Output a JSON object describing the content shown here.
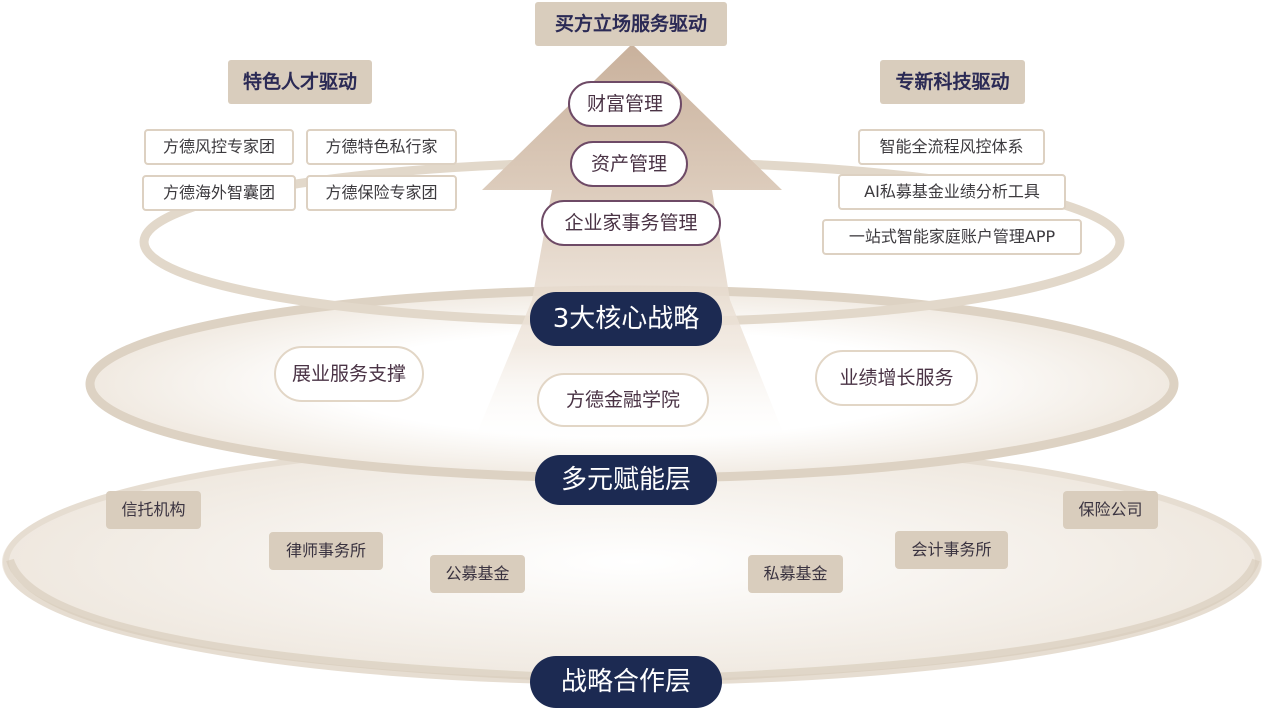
{
  "top_title": "买方立场服务驱动",
  "left_title": "特色人才驱动",
  "right_title": "专新科技驱动",
  "left_items": [
    "方德风控专家团",
    "方德特色私行家",
    "方德海外智囊团",
    "方德保险专家团"
  ],
  "right_items": [
    "智能全流程风控体系",
    "AI私募基金业绩分析工具",
    "一站式智能家庭账户管理APP"
  ],
  "core_pills": [
    "财富管理",
    "资产管理",
    "企业家事务管理"
  ],
  "layers": {
    "core": "3大核心战略",
    "enable": "多元赋能层",
    "partner": "战略合作层"
  },
  "enable_items": [
    "展业服务支撑",
    "方德金融学院",
    "业绩增长服务"
  ],
  "partners": [
    "信托机构",
    "律师事务所",
    "公募基金",
    "私募基金",
    "会计事务所",
    "保险公司"
  ],
  "colors": {
    "navy": "#1c2a52",
    "beige": "#d9cdbd",
    "purple": "#6e4a66",
    "ring": "#ddd2c3"
  }
}
